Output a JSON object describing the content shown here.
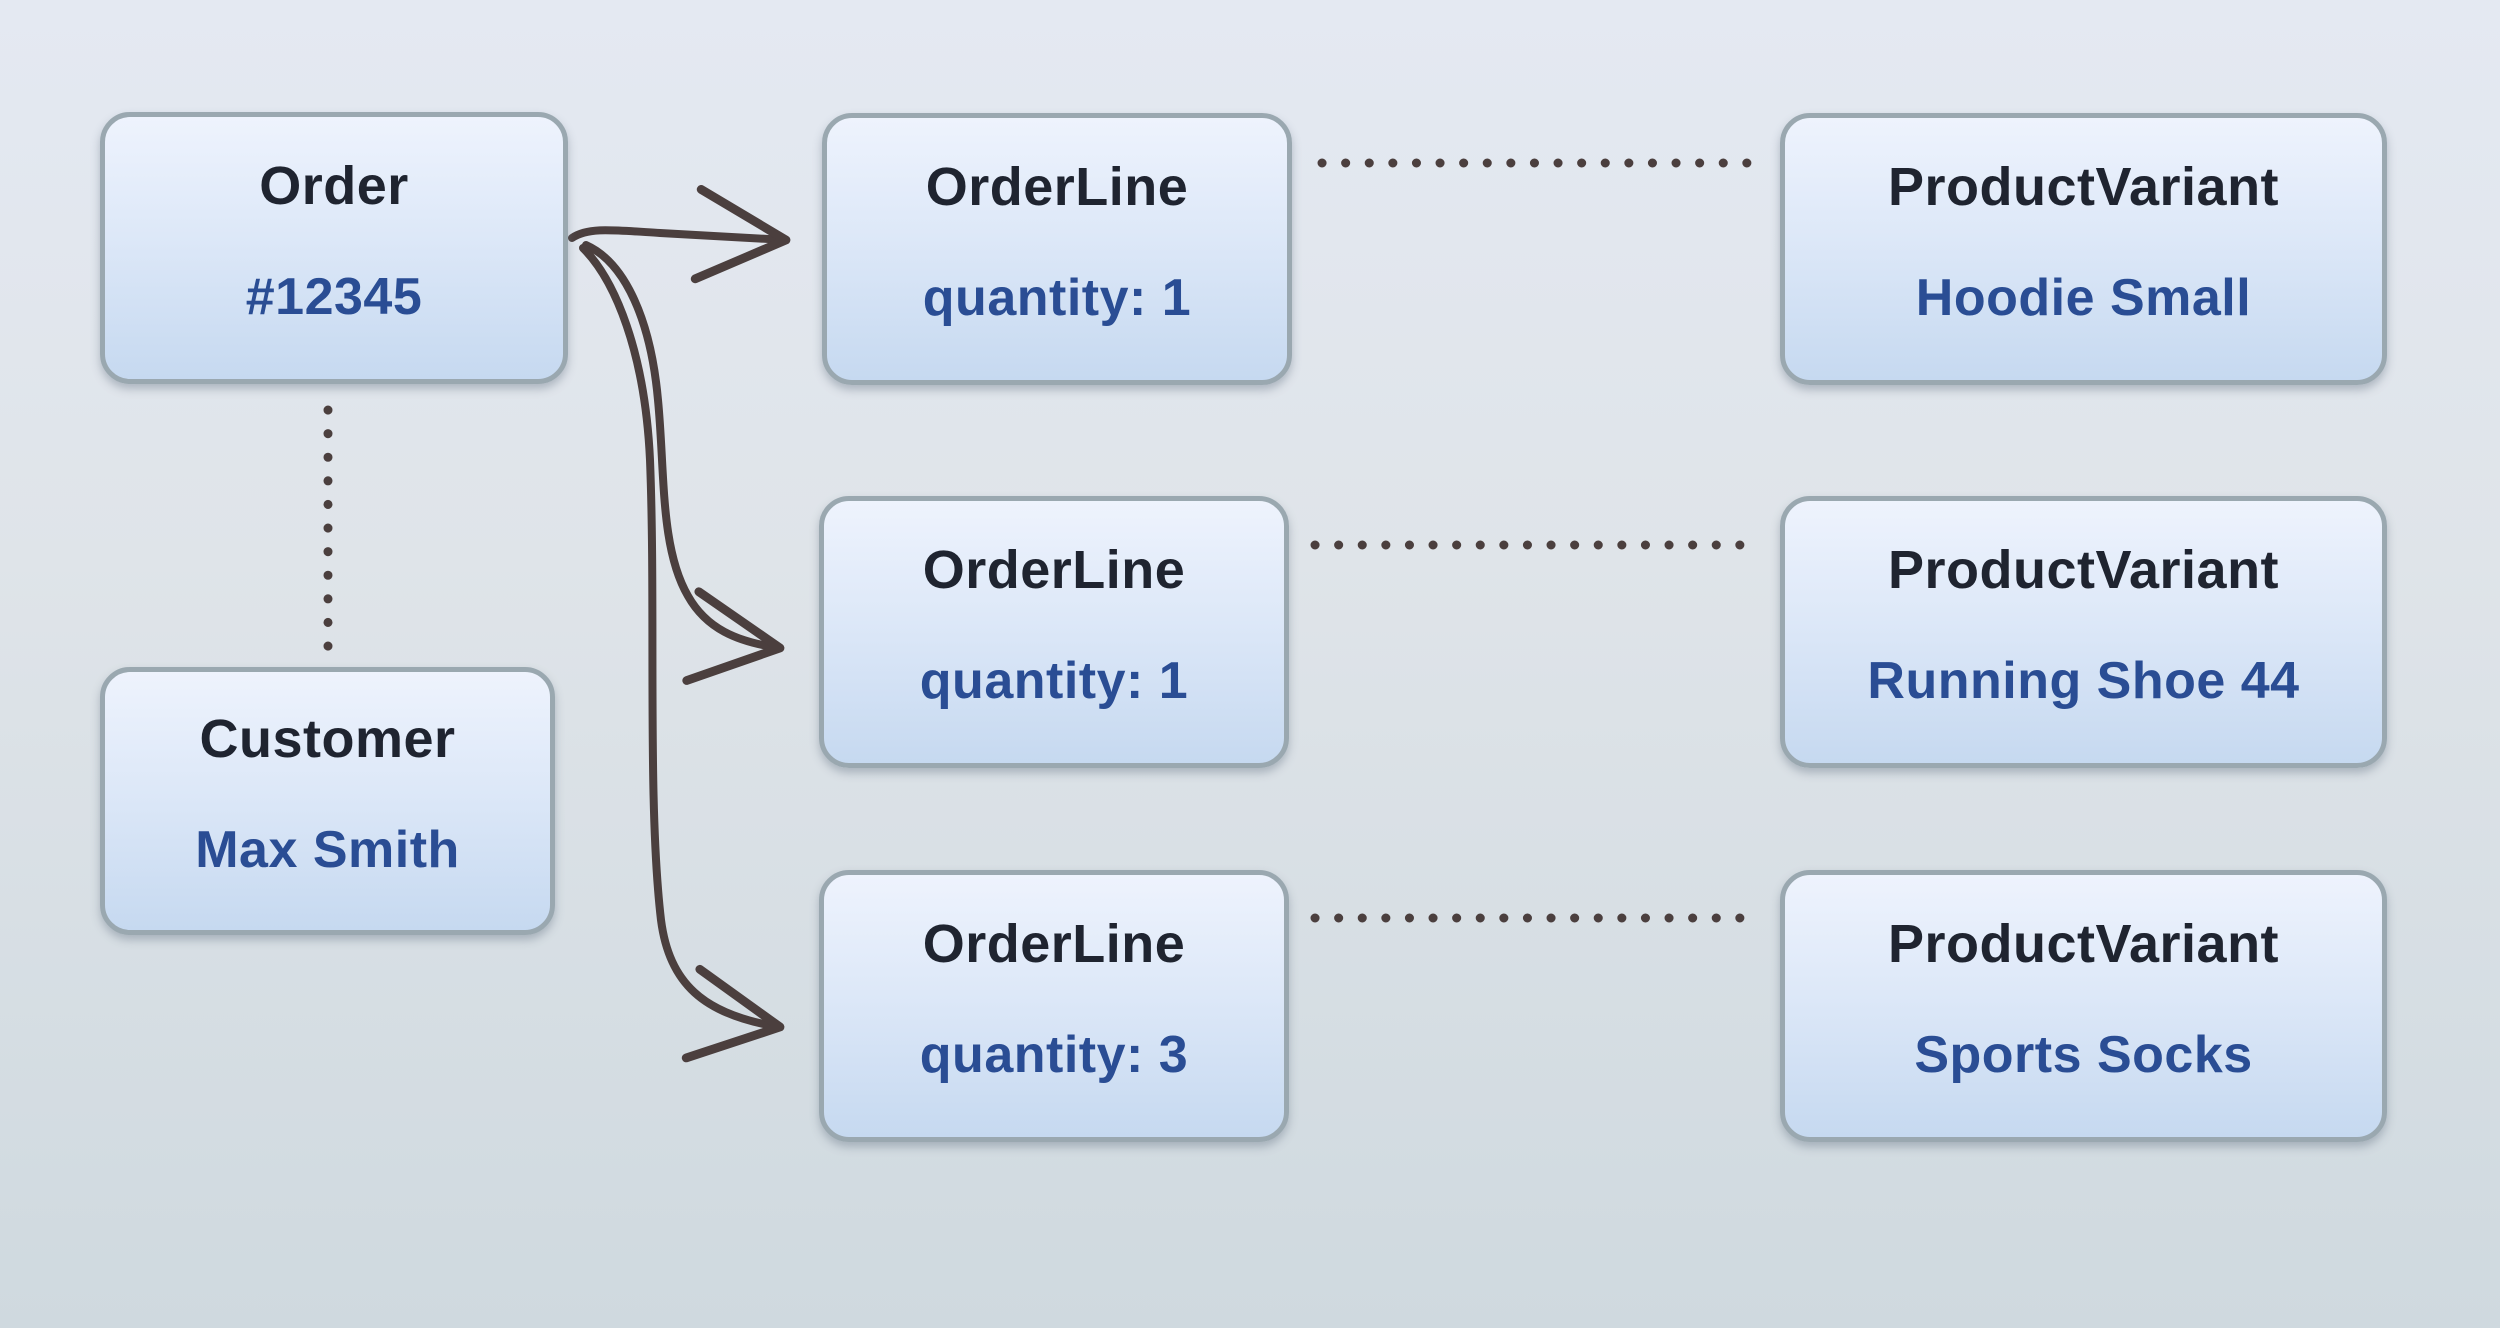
{
  "diagram": {
    "type": "entity-relationship",
    "nodes": {
      "order": {
        "title": "Order",
        "value": "#12345"
      },
      "customer": {
        "title": "Customer",
        "value": "Max Smith"
      },
      "order_lines": [
        {
          "title": "OrderLine",
          "value": "quantity: 1"
        },
        {
          "title": "OrderLine",
          "value": "quantity: 1"
        },
        {
          "title": "OrderLine",
          "value": "quantity: 3"
        }
      ],
      "product_variants": [
        {
          "title": "ProductVariant",
          "value": "Hoodie Small"
        },
        {
          "title": "ProductVariant",
          "value": "Running Shoe 44"
        },
        {
          "title": "ProductVariant",
          "value": "Sports Socks"
        }
      ]
    },
    "relationships": {
      "solid_arrows": "Order to each OrderLine",
      "dotted_links": [
        "Order to Customer",
        "OrderLine 1 to ProductVariant Hoodie Small",
        "OrderLine 2 to ProductVariant Running Shoe 44",
        "OrderLine 3 to ProductVariant Sports Socks"
      ]
    },
    "colors": {
      "background_top": "#e4e9f2",
      "background_bottom": "#cfd9df",
      "box_border": "#9aa8b0",
      "box_fill_top": "#eef3fd",
      "box_fill_bottom": "#c6d9f0",
      "title_text": "#1f2430",
      "value_text": "#2a4d94",
      "connector": "#4b3f3e"
    }
  }
}
